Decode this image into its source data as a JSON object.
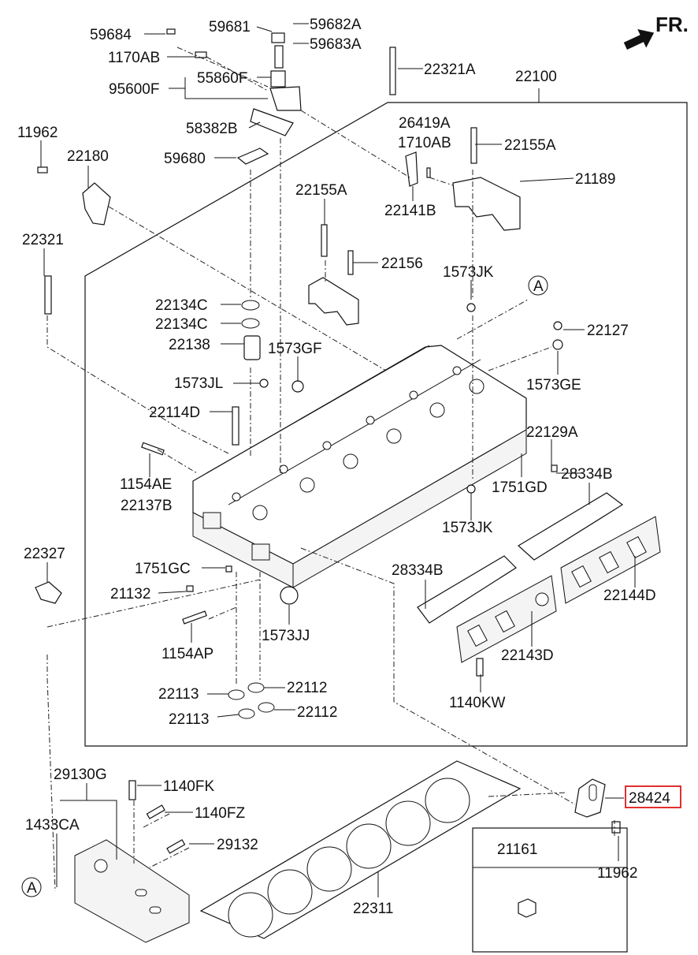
{
  "direction_label": "FR.",
  "callout_marker": "A",
  "kit_label": "21161",
  "highlighted_part": "28424",
  "labels": {
    "p59684": "59684",
    "p59681": "59681",
    "p59682A": "59682A",
    "p59683A": "59683A",
    "p1170AB": "1170AB",
    "p22321A": "22321A",
    "p55860F": "55860F",
    "p95600F": "95600F",
    "p22100": "22100",
    "p58382B": "58382B",
    "p26419A": "26419A",
    "p1710AB": "1710AB",
    "p22155A_top": "22155A",
    "p11962_top": "11962",
    "p22180": "22180",
    "p59680": "59680",
    "p21189": "21189",
    "p22141B": "22141B",
    "p22155A_mid": "22155A",
    "p22321": "22321",
    "p22156": "22156",
    "p1573JK_top": "1573JK",
    "p22134C_a": "22134C",
    "p22134C_b": "22134C",
    "p22127": "22127",
    "p22138": "22138",
    "p1573GF": "1573GF",
    "p1573JL": "1573JL",
    "p1573GE": "1573GE",
    "p22114D": "22114D",
    "p22129A": "22129A",
    "p1154AE": "1154AE",
    "p28334B_top": "28334B",
    "p1751GD": "1751GD",
    "p22137B": "22137B",
    "p1573JK_bot": "1573JK",
    "p22327": "22327",
    "p28334B_bot": "28334B",
    "p1751GC": "1751GC",
    "p22144D": "22144D",
    "p21132": "21132",
    "p1573JJ": "1573JJ",
    "p1154AP": "1154AP",
    "p22143D": "22143D",
    "p22113_a": "22113",
    "p22112_a": "22112",
    "p1140KW": "1140KW",
    "p22113_b": "22113",
    "p22112_b": "22112",
    "p29130G": "29130G",
    "p1140FK": "1140FK",
    "p1140FZ": "1140FZ",
    "p1433CA": "1433CA",
    "p29132": "29132",
    "p22311": "22311",
    "p11962_bot": "11962"
  }
}
